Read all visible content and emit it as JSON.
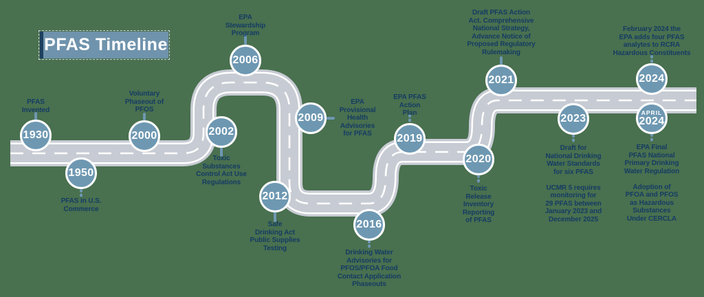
{
  "title": "PFAS Timeline",
  "colors": {
    "background": "#49704F",
    "road": "#C7CBD3",
    "road_lines": "#FFFFFF",
    "marker_fill": "#6E98B2",
    "marker_ring": "#FFFFFF",
    "label_text": "#153C63",
    "title_bg": "#6F93AC",
    "title_accent": "#1E4060"
  },
  "milestones": [
    {
      "year": "1930",
      "label": "PFAS\nInvented"
    },
    {
      "year": "1950",
      "label": "PFAS in U.S.\nCommerce"
    },
    {
      "year": "2000",
      "label": "Voluntary\nPhaseout of\nPFOS"
    },
    {
      "year": "2002",
      "label": "Toxic\nSubstances\nControl Act Use\nRegulations"
    },
    {
      "year": "2006",
      "label": "EPA\nStewardship\nProgram"
    },
    {
      "year": "2009",
      "label": "EPA\nProvisional\nHealth\nAdvisories\nfor PFAS"
    },
    {
      "year": "2012",
      "label": "Safe\nDrinking Act\nPublic Supplies\nTesting"
    },
    {
      "year": "2016",
      "label": "Drinking Water\nAdvisories for\nPFOS/PFOA Food\nContact Application\nPhaseouts"
    },
    {
      "year": "2019",
      "label": "EPA PFAS\nAction\nPlan"
    },
    {
      "year": "2020",
      "label": "Toxic\nRelease\nInventory\nReporting\nof PFAS"
    },
    {
      "year": "2021",
      "label": "Draft PFAS Action\nAct. Comprehensive\nNational Strategy,\nAdvance Notice of\nProposed Regulatory\nRulemaking"
    },
    {
      "year": "2023",
      "label": "Draft for\nNational Drinking\nWater Standards\nfor six PFAS\n\nUCMR 5 requires\nmonitoring for\n29 PFAS between\nJanuary 2023 and\nDecember 2025"
    },
    {
      "year": "2024",
      "label": "February 2024 the\nEPA adds four PFAS\nanalytes to RCRA\nHazardous Constituents"
    },
    {
      "year_prefix": "APRIL",
      "year": "2024",
      "label": "EPA Final\nPFAS National\nPrimary Drinking\nWater Regulation\n\nAdoption of\nPFOA and PFOS\nas Hazardous\nSubstances\nUnder CERCLA"
    }
  ]
}
